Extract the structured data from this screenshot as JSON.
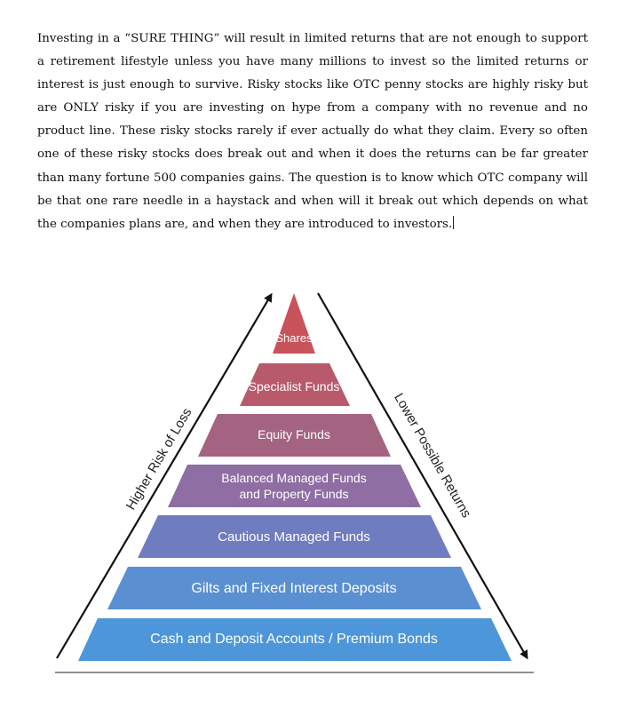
{
  "paragraph": "Investing in a “SURE THING” will result in limited returns that are not enough to support a retirement lifestyle unless you have many millions to invest so the limited returns or interest is just enough to survive. Risky stocks like OTC penny stocks are highly risky but are ONLY risky if you are investing on hype from a company with no revenue and no product line. These risky stocks rarely if ever actually do what they claim. Every so often one of these risky stocks does break out and when it does the returns can be far greater than many fortune 500 companies gains. The question is to know which OTC company will be that one rare needle in a haystack and when will it break out which depends on what the companies plans are, and when they are introduced to investors.",
  "pyramid": {
    "left_axis_label": "Higher Risk of Loss",
    "right_axis_label": "Lower Possible Returns",
    "levels": [
      {
        "label": "Shares",
        "color": "#c8535b"
      },
      {
        "label": "Specialist Funds",
        "color": "#b95a6c"
      },
      {
        "label": "Equity Funds",
        "color": "#a46380"
      },
      {
        "label_line1": "Balanced Managed Funds",
        "label_line2": "and Property Funds",
        "color": "#8f6ea4"
      },
      {
        "label": "Cautious Managed Funds",
        "color": "#6f7cc0"
      },
      {
        "label": "Gilts and Fixed Interest Deposits",
        "color": "#5a8fd2"
      },
      {
        "label": "Cash and Deposit Accounts / Premium Bonds",
        "color": "#4d96da"
      }
    ]
  }
}
